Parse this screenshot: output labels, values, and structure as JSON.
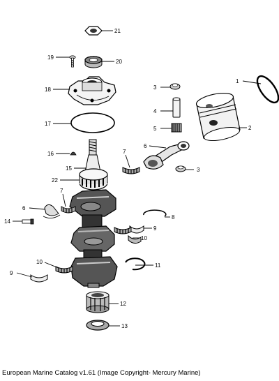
{
  "caption": "European Marine Catalog v1.61 (Image Copyright- Mercury Marine)",
  "callouts": [
    {
      "part": "nut",
      "label": "21"
    },
    {
      "part": "seal",
      "label": "20"
    },
    {
      "part": "screw",
      "label": "19"
    },
    {
      "part": "end-cap",
      "label": "18"
    },
    {
      "part": "o-ring",
      "label": "17"
    },
    {
      "part": "key",
      "label": "16"
    },
    {
      "part": "crankshaft-taper",
      "label": "15"
    },
    {
      "part": "upper-main-bearing",
      "label": "22"
    },
    {
      "part": "piston-ring",
      "label": "1"
    },
    {
      "part": "piston",
      "label": "2"
    },
    {
      "part": "pin-retainer-upper",
      "label": "3"
    },
    {
      "part": "piston-pin",
      "label": "4"
    },
    {
      "part": "needle-bearing",
      "label": "5"
    },
    {
      "part": "connecting-rod",
      "label": "6"
    },
    {
      "part": "rod-bearing",
      "label": "7"
    },
    {
      "part": "pin-retainer-lower",
      "label": "3"
    },
    {
      "part": "rod-bearing-left",
      "label": "7"
    },
    {
      "part": "rod-cap-left",
      "label": "6"
    },
    {
      "part": "rod-bolt",
      "label": "14"
    },
    {
      "part": "retaining-ring",
      "label": "8"
    },
    {
      "part": "bearing-half-right",
      "label": "9"
    },
    {
      "part": "bearing-cage-right",
      "label": "10"
    },
    {
      "part": "bearing-cage-left",
      "label": "10"
    },
    {
      "part": "bearing-half-left",
      "label": "9"
    },
    {
      "part": "snap-ring",
      "label": "11"
    },
    {
      "part": "lower-roller-bearing",
      "label": "12"
    },
    {
      "part": "lower-seal",
      "label": "13"
    }
  ]
}
